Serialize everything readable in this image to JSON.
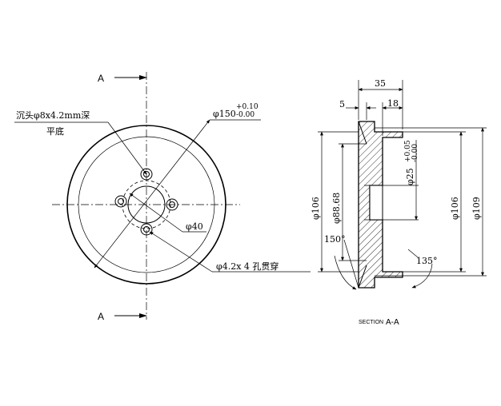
{
  "front_view": {
    "section_mark_top": "A",
    "section_mark_bottom": "A",
    "note_countersink_line1": "沉头φ8x4.2mm深",
    "note_countersink_line2": "平底",
    "dim_outer_diameter": "φ150",
    "dim_outer_tol_upper": "+0.10",
    "dim_outer_tol_lower": "-0.00",
    "dim_bore": "φ40",
    "note_holes": "φ4.2x 4 孔贯穿"
  },
  "section_view": {
    "dim_width_total": "35",
    "dim_step_left": "5",
    "dim_hub_width": "18",
    "dim_left_dia": "φ106",
    "dim_inner_dia": "φ88.68",
    "dim_bore_dia": "φ25",
    "dim_bore_tol_upper": "+0.05",
    "dim_bore_tol_lower": "-0.00",
    "dim_right_dia_inner": "φ106",
    "dim_right_dia_outer": "φ109",
    "angle_left": "150°",
    "angle_right": "135°",
    "caption_prefix": "SECTION",
    "caption_suffix": "A-A"
  }
}
